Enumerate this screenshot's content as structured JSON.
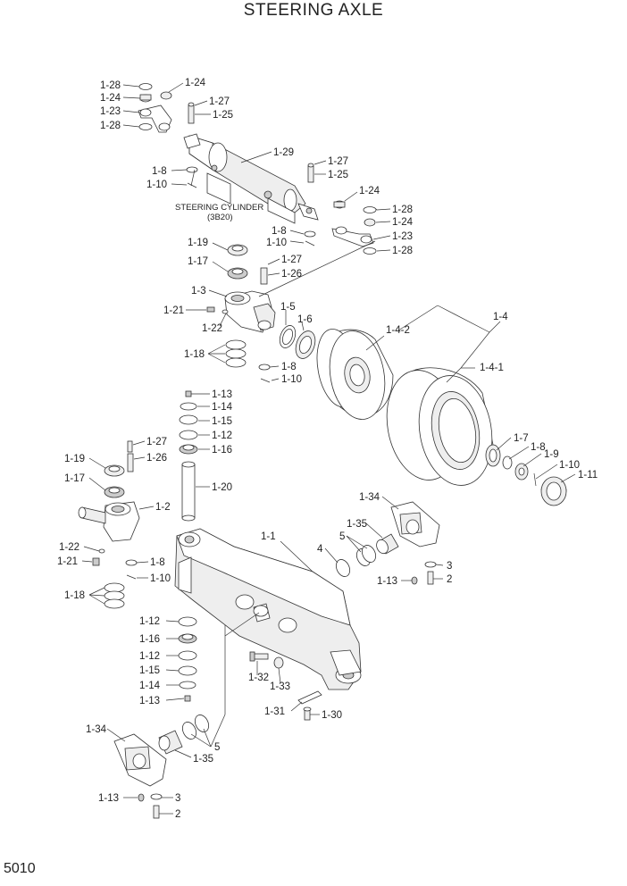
{
  "title": "STEERING AXLE",
  "page_number": "5010",
  "note_line1": "STEERING CYLINDER",
  "note_line2": "(3B20)",
  "callouts": {
    "c1": "1-28",
    "c2": "1-24",
    "c3": "1-24",
    "c4": "1-23",
    "c5": "1-28",
    "c6": "1-27",
    "c7": "1-25",
    "c8": "1-29",
    "c9": "1-8",
    "c10": "1-10",
    "c11": "1-27",
    "c12": "1-25",
    "c13": "1-24",
    "c14": "1-28",
    "c15": "1-24",
    "c16": "1-23",
    "c17": "1-28",
    "c18": "1-8",
    "c19": "1-10",
    "c20": "1-19",
    "c21": "1-17",
    "c22": "1-27",
    "c23": "1-26",
    "c24": "1-3",
    "c25": "1-21",
    "c26": "1-22",
    "c27": "1-5",
    "c28": "1-6",
    "c29": "1-4-2",
    "c30": "1-4",
    "c31": "1-18",
    "c32": "1-8",
    "c33": "1-10",
    "c34": "1-4-1",
    "c35": "1-13",
    "c36": "1-14",
    "c37": "1-15",
    "c38": "1-12",
    "c39": "1-16",
    "c40": "1-27",
    "c41": "1-26",
    "c42": "1-19",
    "c43": "1-17",
    "c44": "1-20",
    "c45": "1-2",
    "c46": "1-7",
    "c47": "1-8",
    "c48": "1-9",
    "c49": "1-10",
    "c50": "1-11",
    "c51": "1-34",
    "c52": "1-35",
    "c53": "5",
    "c54": "4",
    "c55": "1-1",
    "c56": "3",
    "c57": "2",
    "c58": "1-13",
    "c59": "1-22",
    "c60": "1-21",
    "c61": "1-8",
    "c62": "1-10",
    "c63": "1-18",
    "c64": "1-12",
    "c65": "1-16",
    "c66": "1-12",
    "c67": "1-15",
    "c68": "1-14",
    "c69": "1-13",
    "c70": "1-32",
    "c71": "1-33",
    "c72": "1-31",
    "c73": "1-30",
    "c74": "1-34",
    "c75": "5",
    "c76": "1-35",
    "c77": "1-13",
    "c78": "3",
    "c79": "2"
  }
}
